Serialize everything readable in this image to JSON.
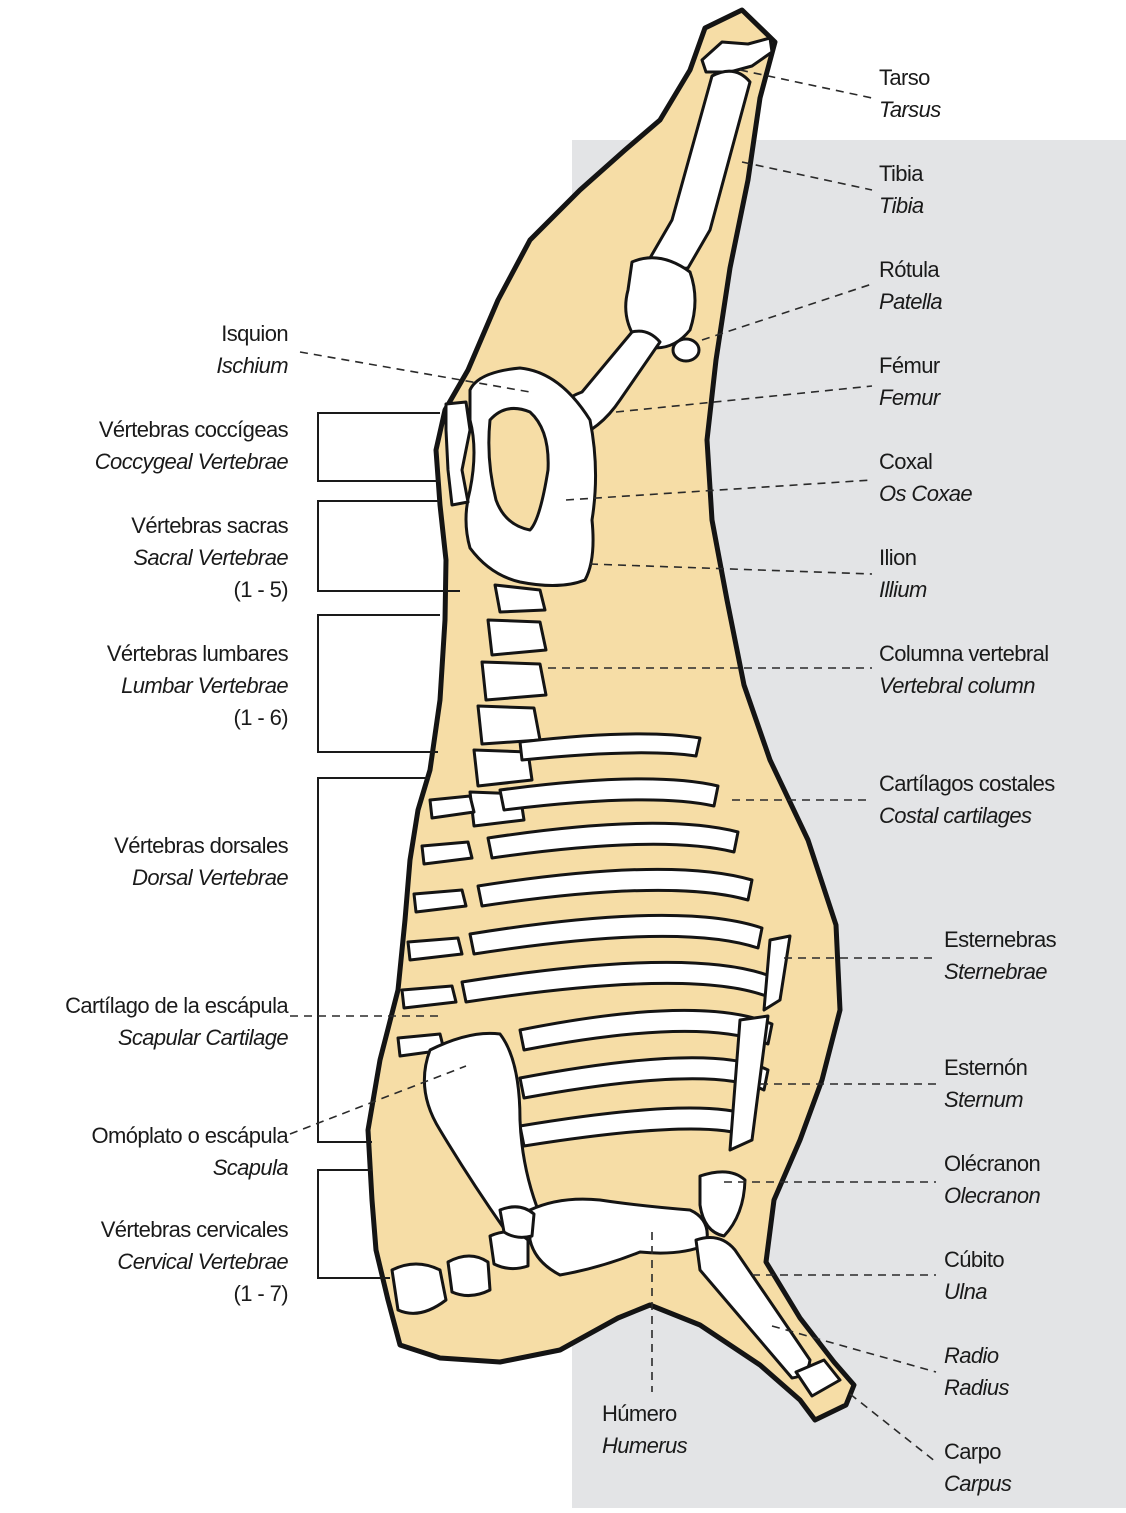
{
  "colors": {
    "background": "#ffffff",
    "grey_panel": "#e3e4e6",
    "carcass_fill": "#f6dda6",
    "bone_fill": "#ffffff",
    "outline": "#141414",
    "leader_line": "#2a2a2a"
  },
  "labels_right": [
    {
      "id": "tarsus",
      "es": "Tarso",
      "la": "Tarsus"
    },
    {
      "id": "tibia",
      "es": "Tibia",
      "la": "Tibia"
    },
    {
      "id": "patella",
      "es": "Rótula",
      "la": "Patella"
    },
    {
      "id": "femur",
      "es": "Fémur",
      "la": "Femur"
    },
    {
      "id": "coxal",
      "es": "Coxal",
      "la": "Os Coxae"
    },
    {
      "id": "ilium",
      "es": "Ilion",
      "la": "Illium"
    },
    {
      "id": "vertebral-column",
      "es": "Columna vertebral",
      "la": "Vertebral column"
    },
    {
      "id": "costal-cartilages",
      "es": "Cartílagos costales",
      "la": "Costal cartilages"
    },
    {
      "id": "sternebrae",
      "es": "Esternebras",
      "la": "Sternebrae"
    },
    {
      "id": "sternum",
      "es": "Esternón",
      "la": "Sternum"
    },
    {
      "id": "olecranon",
      "es": "Olécranon",
      "la": "Olecranon"
    },
    {
      "id": "ulna",
      "es": "Cúbito",
      "la": "Ulna"
    },
    {
      "id": "radius",
      "es": "Radio",
      "la": "Radius"
    },
    {
      "id": "carpus",
      "es": "Carpo",
      "la": "Carpus"
    }
  ],
  "labels_left": [
    {
      "id": "ischium",
      "es": "Isquion",
      "la": "Ischium",
      "range": ""
    },
    {
      "id": "coccygeal",
      "es": "Vértebras coccígeas",
      "la": "Coccygeal Vertebrae",
      "range": ""
    },
    {
      "id": "sacral",
      "es": "Vértebras sacras",
      "la": "Sacral Vertebrae",
      "range": "(1 - 5)"
    },
    {
      "id": "lumbar",
      "es": "Vértebras lumbares",
      "la": "Lumbar Vertebrae",
      "range": "(1 - 6)"
    },
    {
      "id": "dorsal",
      "es": "Vértebras dorsales",
      "la": "Dorsal Vertebrae",
      "range": ""
    },
    {
      "id": "scapular-cartilage",
      "es": "Cartílago de la escápula",
      "la": "Scapular Cartilage",
      "range": ""
    },
    {
      "id": "scapula",
      "es": "Omóplato o escápula",
      "la": "Scapula",
      "range": ""
    },
    {
      "id": "cervical",
      "es": "Vértebras cervicales",
      "la": "Cervical Vertebrae",
      "range": "(1 - 7)"
    }
  ],
  "label_bottom": {
    "id": "humerus",
    "es": "Húmero",
    "la": "Humerus"
  }
}
